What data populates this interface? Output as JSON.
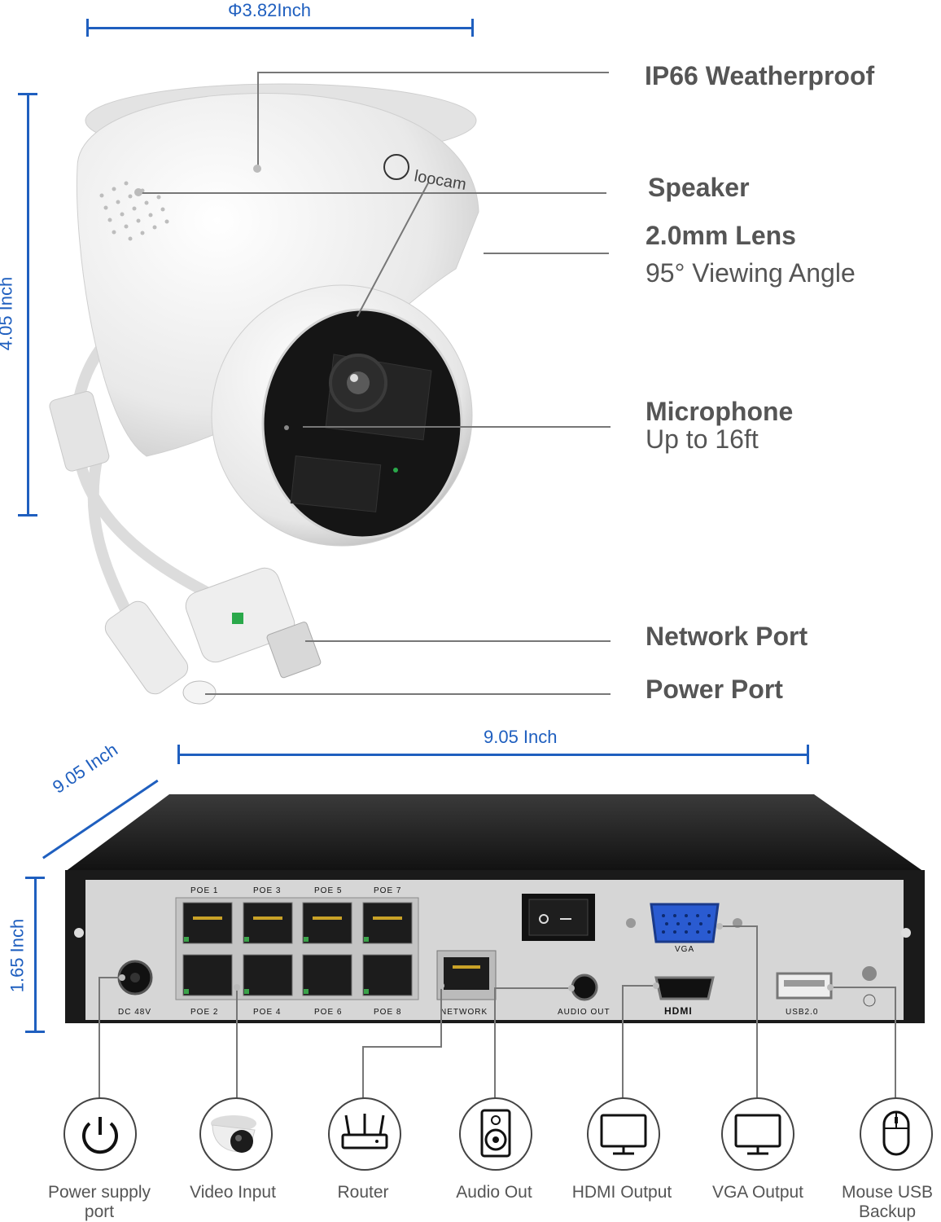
{
  "dimensions": {
    "camera_width": "Φ3.82Inch",
    "camera_height": "4.05 Inch",
    "nvr_width": "9.05 Inch",
    "nvr_depth": "9.05 Inch",
    "nvr_height": "1.65 Inch"
  },
  "camera": {
    "brand": "loocam",
    "features": {
      "weatherproof": "IP66 Weatherproof",
      "speaker": "Speaker",
      "lens": "2.0mm Lens",
      "viewing_angle": "95° Viewing Angle",
      "microphone": "Microphone",
      "microphone_range": "Up to 16ft",
      "network_port": "Network Port",
      "power_port": "Power Port"
    }
  },
  "nvr": {
    "ports_top": [
      "POE 1",
      "POE 3",
      "POE 5",
      "POE 7"
    ],
    "ports_bottom": [
      "POE 2",
      "POE 4",
      "POE 6",
      "POE 8"
    ],
    "dc_label": "DC 48V",
    "network_label": "NETWORK",
    "audio_label": "AUDIO OUT",
    "hdmi_label": "HDMI",
    "vga_label": "VGA",
    "usb_label": "USB2.0",
    "switch_label": "O —"
  },
  "connections": [
    {
      "label": "Power supply port",
      "icon": "power-icon"
    },
    {
      "label": "Video Input",
      "icon": "camera-icon"
    },
    {
      "label": "Router",
      "icon": "router-icon"
    },
    {
      "label": "Audio Out",
      "icon": "speaker-icon"
    },
    {
      "label": "HDMI Output",
      "icon": "monitor-icon"
    },
    {
      "label": "VGA Output",
      "icon": "monitor-icon"
    },
    {
      "label": "Mouse USB Backup",
      "icon": "mouse-icon"
    }
  ]
}
